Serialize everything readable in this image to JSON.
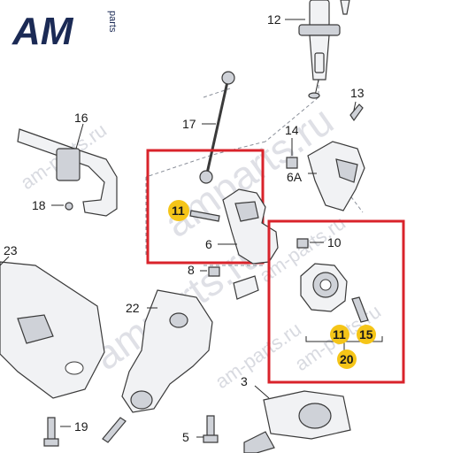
{
  "logo": {
    "main": "AM",
    "sub": "parts"
  },
  "watermarks": [
    "am-parts.ru",
    "amparts.ru",
    "am-parts.ru",
    "am-parts.ru",
    "am-parts.ru",
    "amparts.ru"
  ],
  "highlight_color": "#d9232b",
  "badge_color": "#f5c518",
  "labels": {
    "p12": "12",
    "p13": "13",
    "p16": "16",
    "p17": "17",
    "p14": "14",
    "p6A": "6A",
    "p18": "18",
    "p11_box1": "11",
    "p6": "6",
    "p10": "10",
    "p23": "23",
    "p8": "8",
    "p22": "22",
    "p11_box2": "11",
    "p15": "15",
    "p20": "20",
    "p3": "3",
    "p19": "19",
    "p5": "5"
  }
}
